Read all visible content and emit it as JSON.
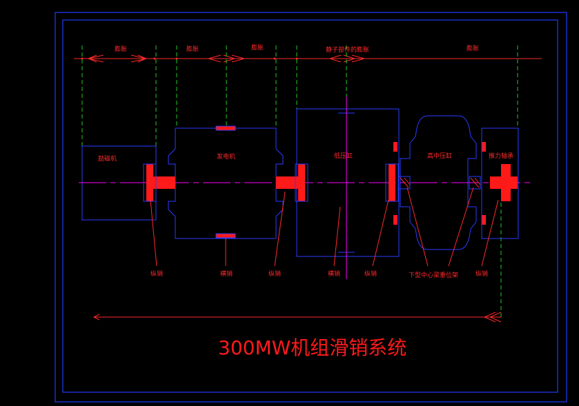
{
  "title": "300MW机组滑销系统",
  "colors": {
    "background": "#000000",
    "frame": "#1e3cff",
    "body": "#2a3cff",
    "accent": "#ff1a1a",
    "centerline": "#ff00ff",
    "guide": "#22cc22"
  },
  "expansion_labels": [
    "膨胀",
    "膨胀",
    "膨胀",
    "静子部件的膨胀",
    "膨胀"
  ],
  "components": {
    "exciter": "励磁机",
    "generator": "发电机",
    "lp_cylinder": "低压缸",
    "hp_ip_cylinder": "高中压缸",
    "front_bearing": "推力轴承"
  },
  "pin_labels": {
    "pin_1": "纵销",
    "pin_2": "横销",
    "pin_3": "纵销",
    "pin_4": "横销",
    "pin_5": "纵销",
    "pin_6": "下型中心梁垂位架",
    "pin_7": "纵销"
  }
}
